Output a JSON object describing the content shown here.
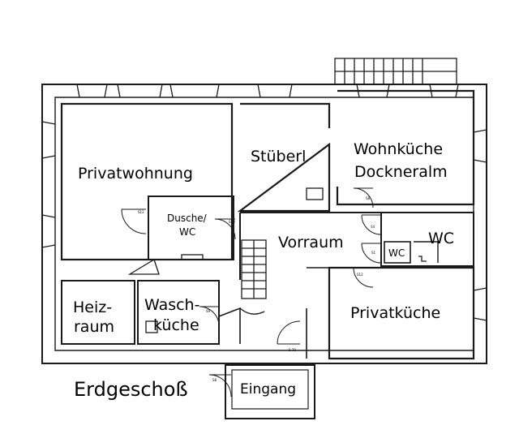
{
  "plan": {
    "title": "Erdgeschoß",
    "rooms": {
      "privatwohnung": "Privatwohnung",
      "stuebrl": "Stüberl",
      "wohnkueche_1": "Wohnküche",
      "wohnkueche_2": "Dockneralm",
      "dusche_1": "Dusche/",
      "dusche_2": "WC",
      "vorraum": "Vorraum",
      "wc_big": "WC",
      "wc_small": "WC",
      "heiz_1": "Heiz-",
      "heiz_2": "raum",
      "wasch_1": "Wasch-",
      "wasch_2": "küche",
      "privatkueche": "Privatküche",
      "eingang": "Eingang"
    }
  }
}
